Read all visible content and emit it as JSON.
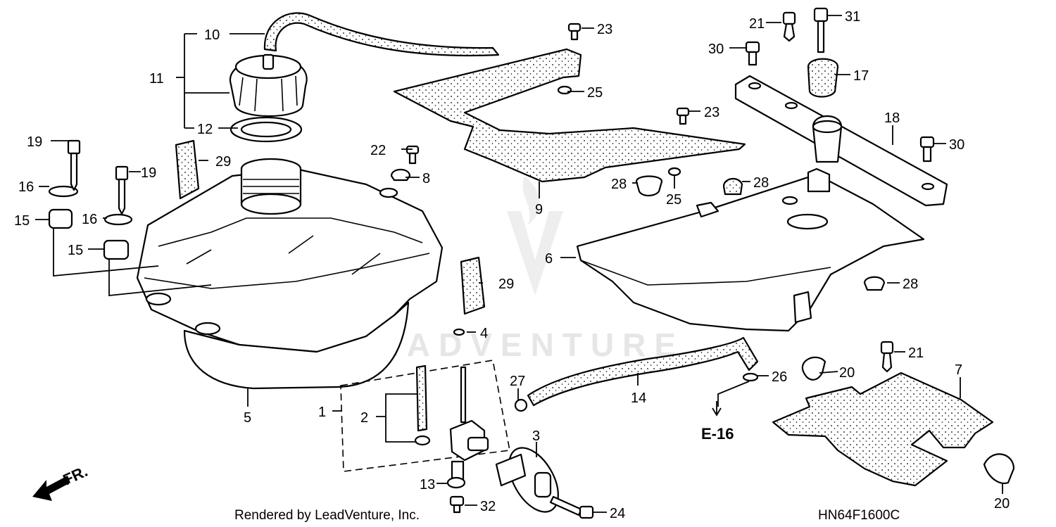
{
  "diagram": {
    "callouts": {
      "c1": "1",
      "c2": "2",
      "c3": "3",
      "c4": "4",
      "c5": "5",
      "c6": "6",
      "c7": "7",
      "c8": "8",
      "c9": "9",
      "c10": "10",
      "c11": "11",
      "c12": "12",
      "c13": "13",
      "c14": "14",
      "c15a": "15",
      "c15b": "15",
      "c16a": "16",
      "c16b": "16",
      "c17": "17",
      "c18": "18",
      "c19a": "19",
      "c19b": "19",
      "c20a": "20",
      "c20b": "20",
      "c21a": "21",
      "c21b": "21",
      "c22": "22",
      "c23a": "23",
      "c23b": "23",
      "c24": "24",
      "c25a": "25",
      "c25b": "25",
      "c26": "26",
      "c27": "27",
      "c28a": "28",
      "c28b": "28",
      "c28c": "28",
      "c29a": "29",
      "c29b": "29",
      "c30a": "30",
      "c30b": "30",
      "c31": "31",
      "c32": "32"
    },
    "ref_label": "E-16",
    "front_label": "FR.",
    "footer_left": "Rendered by LeadVenture, Inc.",
    "footer_right": "HN64F1600C",
    "watermark": "LEADVENTURE"
  }
}
